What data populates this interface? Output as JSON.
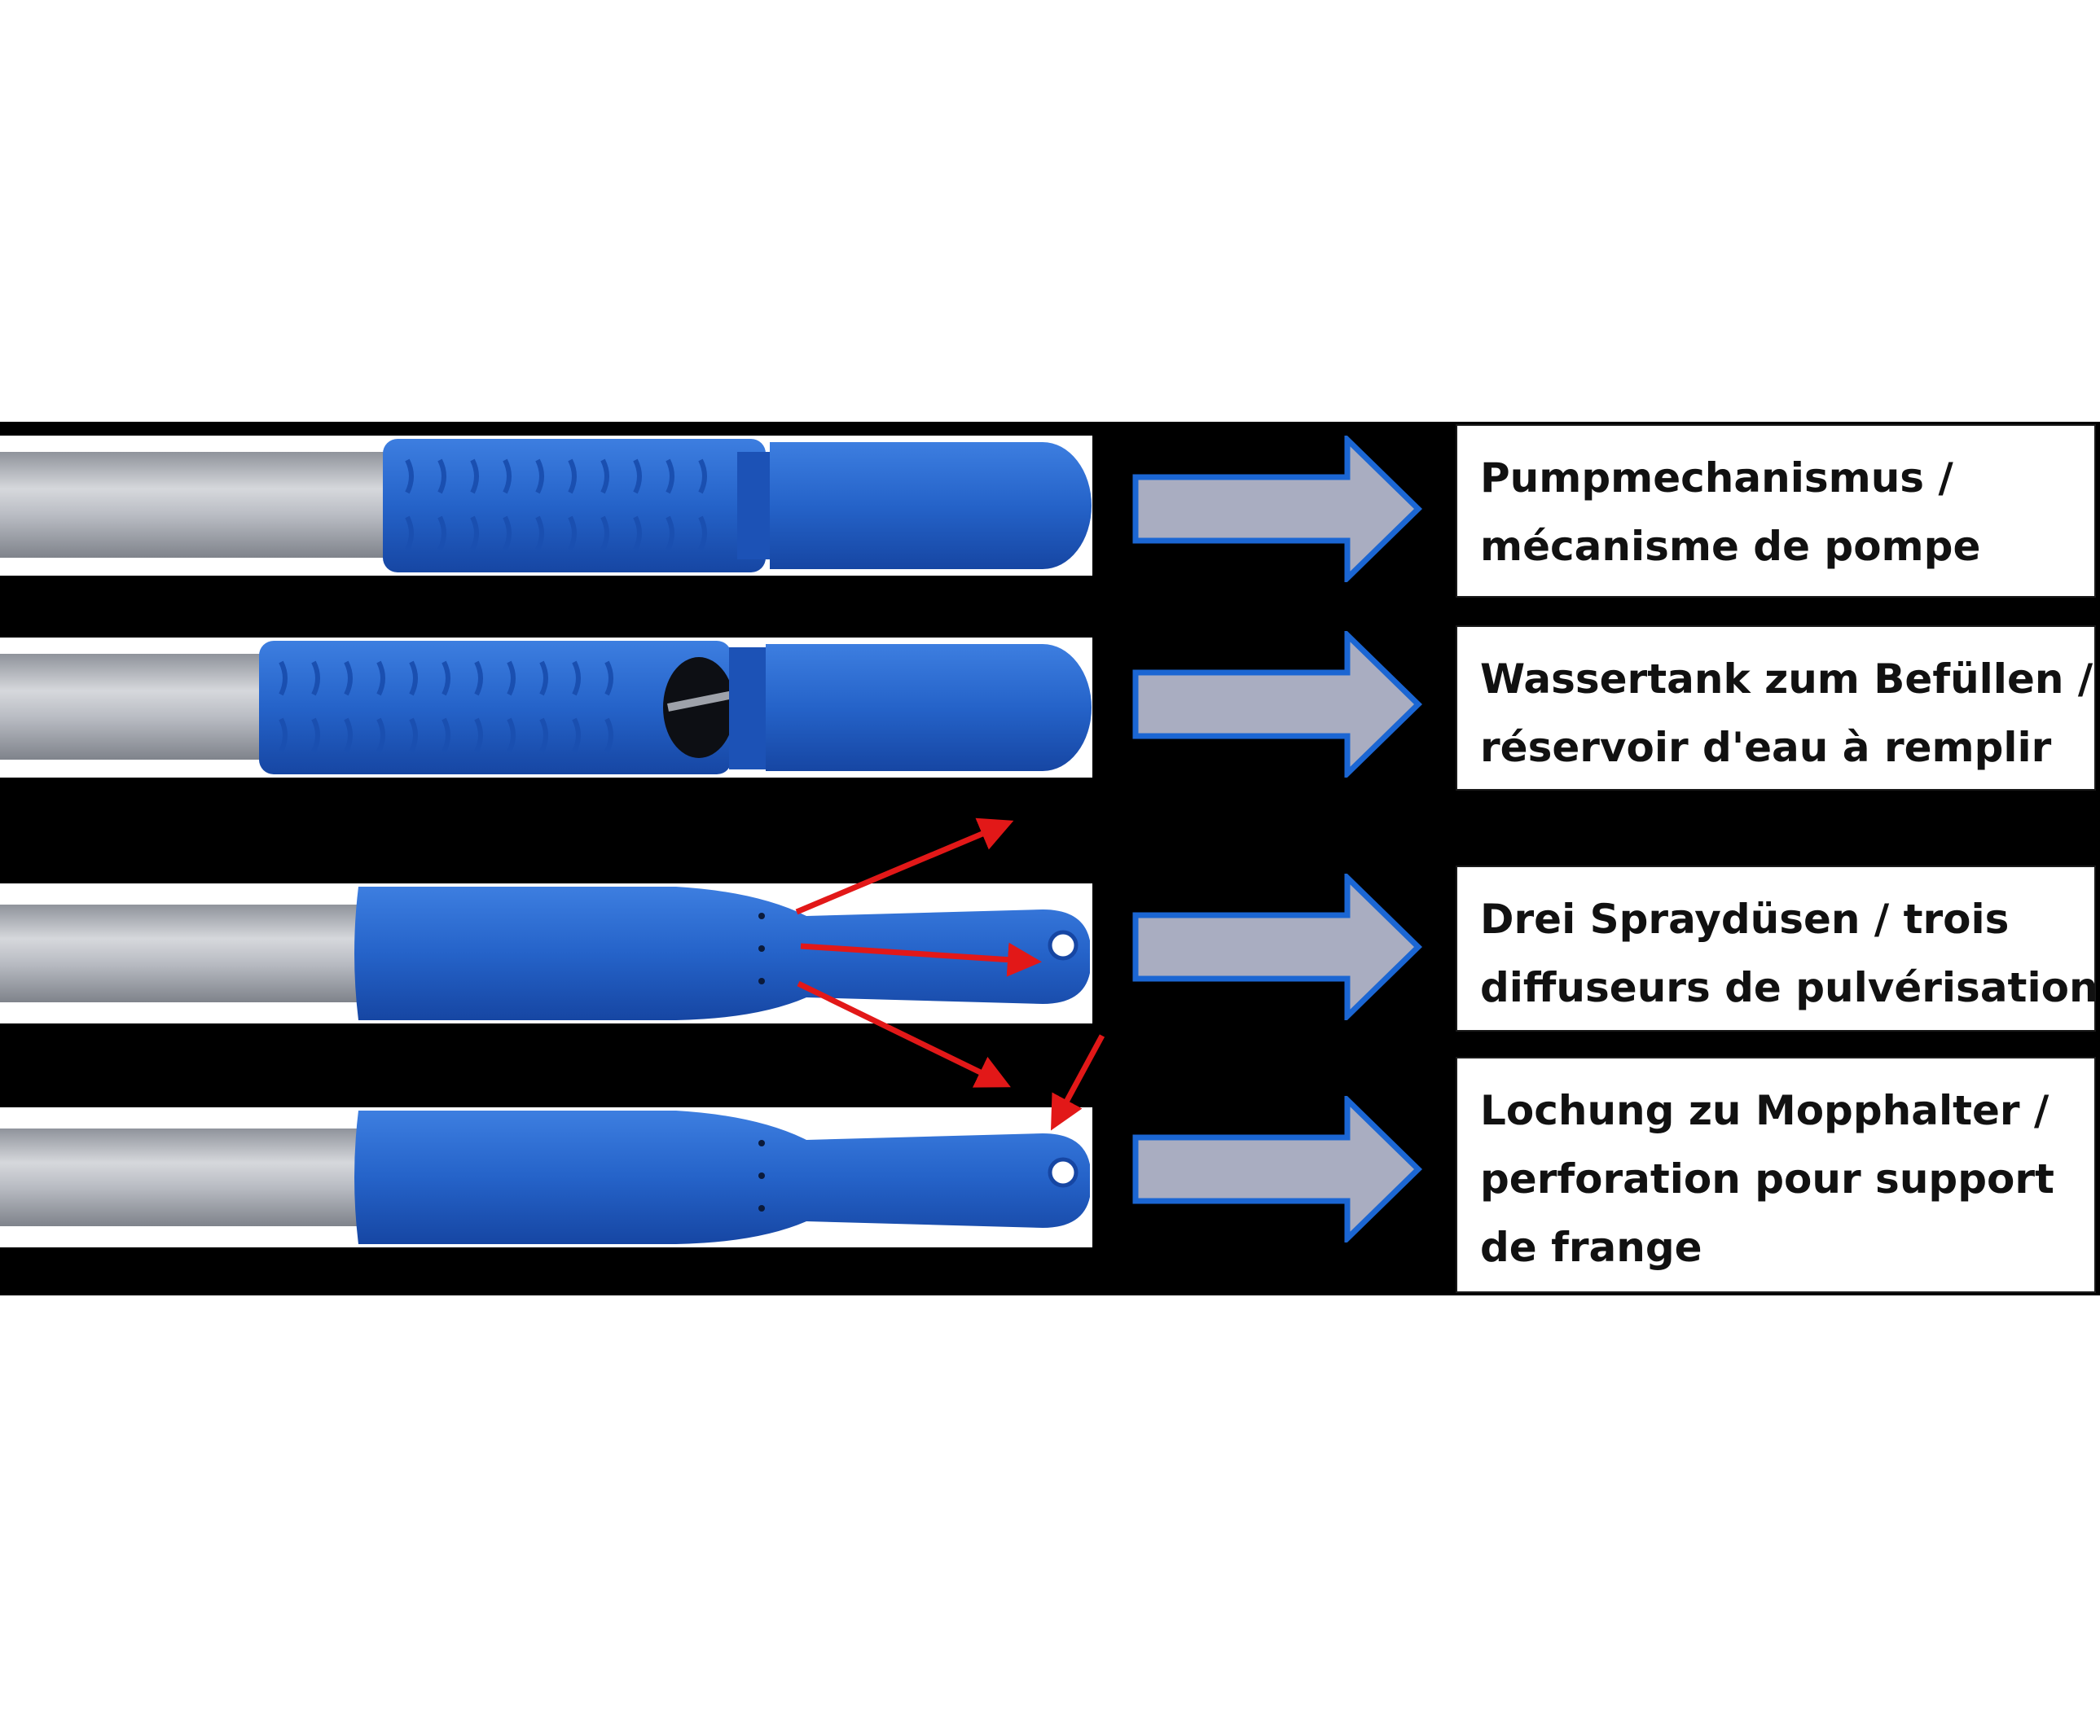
{
  "colors": {
    "background": "#ffffff",
    "panel": "#000000",
    "handle_blue": "#2563c9",
    "handle_blue_dark": "#1646a3",
    "pole_silver": "#b9bcc3",
    "arrow_fill": "#a9adc1",
    "arrow_border": "#1b66d3",
    "indicator_arrows": "#e21818"
  },
  "rows": [
    {
      "photo_icon": "mop-handle-grip-closed-icon",
      "arrow_icon": "arrow-right-icon",
      "label_lines": [
        "Pumpmechanismus /",
        "mécanisme de pompe"
      ]
    },
    {
      "photo_icon": "mop-handle-grip-open-tank-icon",
      "arrow_icon": "arrow-right-icon",
      "label_lines": [
        "Wassertank zum Befüllen /",
        "réservoir d'eau à remplir"
      ]
    },
    {
      "photo_icon": "mop-handle-spray-nozzles-icon",
      "arrow_icon": "arrow-right-icon",
      "label_lines": [
        "Drei Spraydüsen / trois",
        "diffuseurs de pulvérisation"
      ]
    },
    {
      "photo_icon": "mop-handle-mop-holder-perforation-icon",
      "arrow_icon": "arrow-right-icon",
      "label_lines": [
        "Lochung zu Mopphalter /",
        "perforation pour support",
        "de frange"
      ]
    }
  ],
  "indicators": {
    "spray_arrows_icon": "red-pointer-arrows-icon",
    "count": 4
  }
}
